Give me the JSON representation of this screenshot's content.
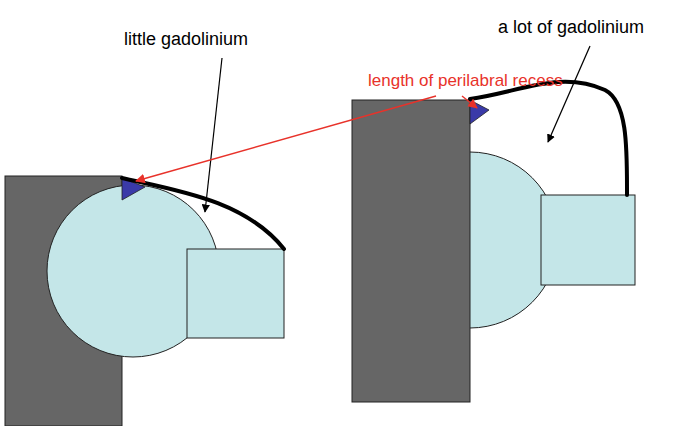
{
  "diagram": {
    "labels": [
      "little gadolinium",
      "a lot of gadolinium",
      "length of perilabral recess"
    ]
  }
}
